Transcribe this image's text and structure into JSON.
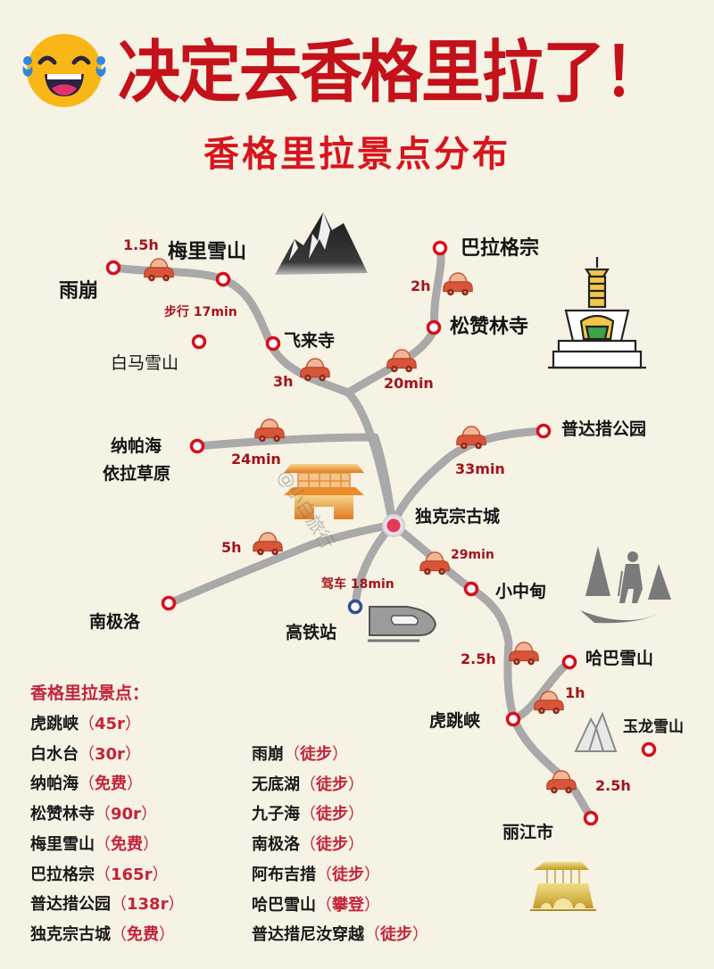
{
  "header": {
    "title": "决定去香格里拉了！",
    "subtitle": "香格里拉景点分布",
    "emoji": "tears-of-joy-emoji"
  },
  "colors": {
    "background": "#f6f2e4",
    "title_red": "#c4111a",
    "road_gray": "#a9a9a9",
    "node_red": "#d6101c",
    "node_blue": "#2e4f93",
    "duration_red": "#a3131b",
    "car_orange": "#d8553a"
  },
  "map": {
    "hub": {
      "name": "独克宗古城"
    },
    "places": [
      {
        "id": "yubeng",
        "name": "雨崩"
      },
      {
        "id": "meili",
        "name": "梅里雪山"
      },
      {
        "id": "baima",
        "name": "白马雪山"
      },
      {
        "id": "feilai",
        "name": "飞来寺"
      },
      {
        "id": "balagezong",
        "name": "巴拉格宗"
      },
      {
        "id": "songzanlin",
        "name": "松赞林寺"
      },
      {
        "id": "napahai_1",
        "name": "纳帕海"
      },
      {
        "id": "napahai_2",
        "name": "依拉草原"
      },
      {
        "id": "pudacuo",
        "name": "普达措公园"
      },
      {
        "id": "dukezong",
        "name": "独克宗古城"
      },
      {
        "id": "nanjiluo",
        "name": "南极洛"
      },
      {
        "id": "station",
        "name": "高铁站"
      },
      {
        "id": "xiaozhongdian",
        "name": "小中甸"
      },
      {
        "id": "haba",
        "name": "哈巴雪山"
      },
      {
        "id": "hutiaoxia",
        "name": "虎跳峡"
      },
      {
        "id": "yulong",
        "name": "玉龙雪山"
      },
      {
        "id": "lijiang",
        "name": "丽江市"
      }
    ],
    "durations": {
      "yubeng_meili": "1.5h",
      "meili_feilai": "步行 17min",
      "feilai_hub": "3h",
      "balagezong_songzanlin": "2h",
      "songzanlin_hub": "20min",
      "napahai_hub": "24min",
      "pudacuo_hub": "33min",
      "nanjiluo_hub": "5h",
      "station_hub": "驾车 18min",
      "hub_xiaozhongdian": "29min",
      "xiaozhongdian_hutiaoxia": "2.5h",
      "hutiaoxia_haba": "1h",
      "hutiaoxia_lijiang": "2.5h"
    },
    "icons": [
      "mountain-icon",
      "stupa-icon",
      "palace-icon",
      "hiker-icon",
      "bullet-train-icon",
      "snow-mountain-icon",
      "gate-icon",
      "car-icon"
    ],
    "watermark": "@小白旅行"
  },
  "attractions": {
    "title": "香格里拉景点：",
    "left": [
      {
        "name": "虎跳峡",
        "value": "45r"
      },
      {
        "name": "白水台",
        "value": "30r"
      },
      {
        "name": "纳帕海",
        "value": "免费"
      },
      {
        "name": "松赞林寺",
        "value": "90r"
      },
      {
        "name": "梅里雪山",
        "value": "免费"
      },
      {
        "name": "巴拉格宗",
        "value": "165r"
      },
      {
        "name": "普达措公园",
        "value": "138r"
      },
      {
        "name": "独克宗古城",
        "value": "免费"
      }
    ],
    "right": [
      {
        "name": "雨崩",
        "value": "徒步"
      },
      {
        "name": "无底湖",
        "value": "徒步"
      },
      {
        "name": "九子海",
        "value": "徒步"
      },
      {
        "name": "南极洛",
        "value": "徒步"
      },
      {
        "name": "阿布吉措",
        "value": "徒步"
      },
      {
        "name": "哈巴雪山",
        "value": "攀登"
      },
      {
        "name": "普达措尼汝穿越",
        "value": "徒步"
      }
    ],
    "paren_open": "（",
    "paren_close": "）"
  }
}
